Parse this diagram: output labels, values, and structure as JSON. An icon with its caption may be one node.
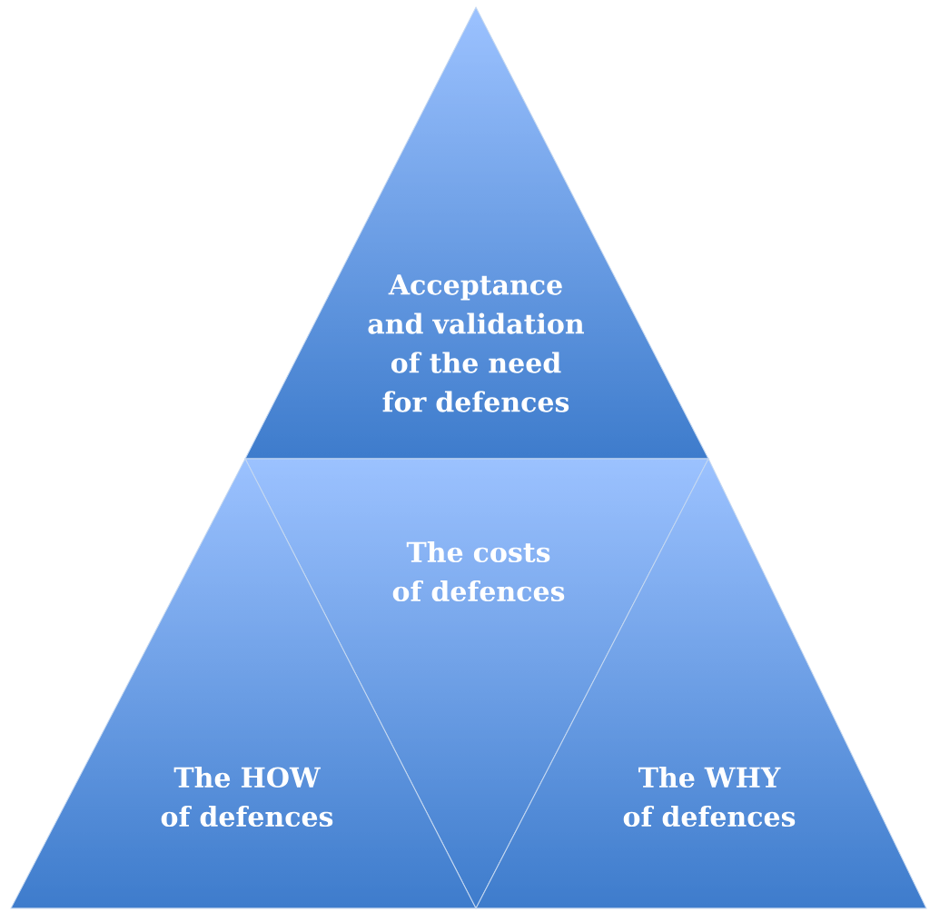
{
  "diagram": {
    "nodes": [
      {
        "text": [
          "Acceptance and validation of the need for defences"
        ]
      },
      {
        "text": [
          "The costs of defences"
        ]
      },
      {
        "text": [
          "The HOW of defences"
        ]
      },
      {
        "text": [
          "The WHY of defences"
        ]
      }
    ]
  }
}
